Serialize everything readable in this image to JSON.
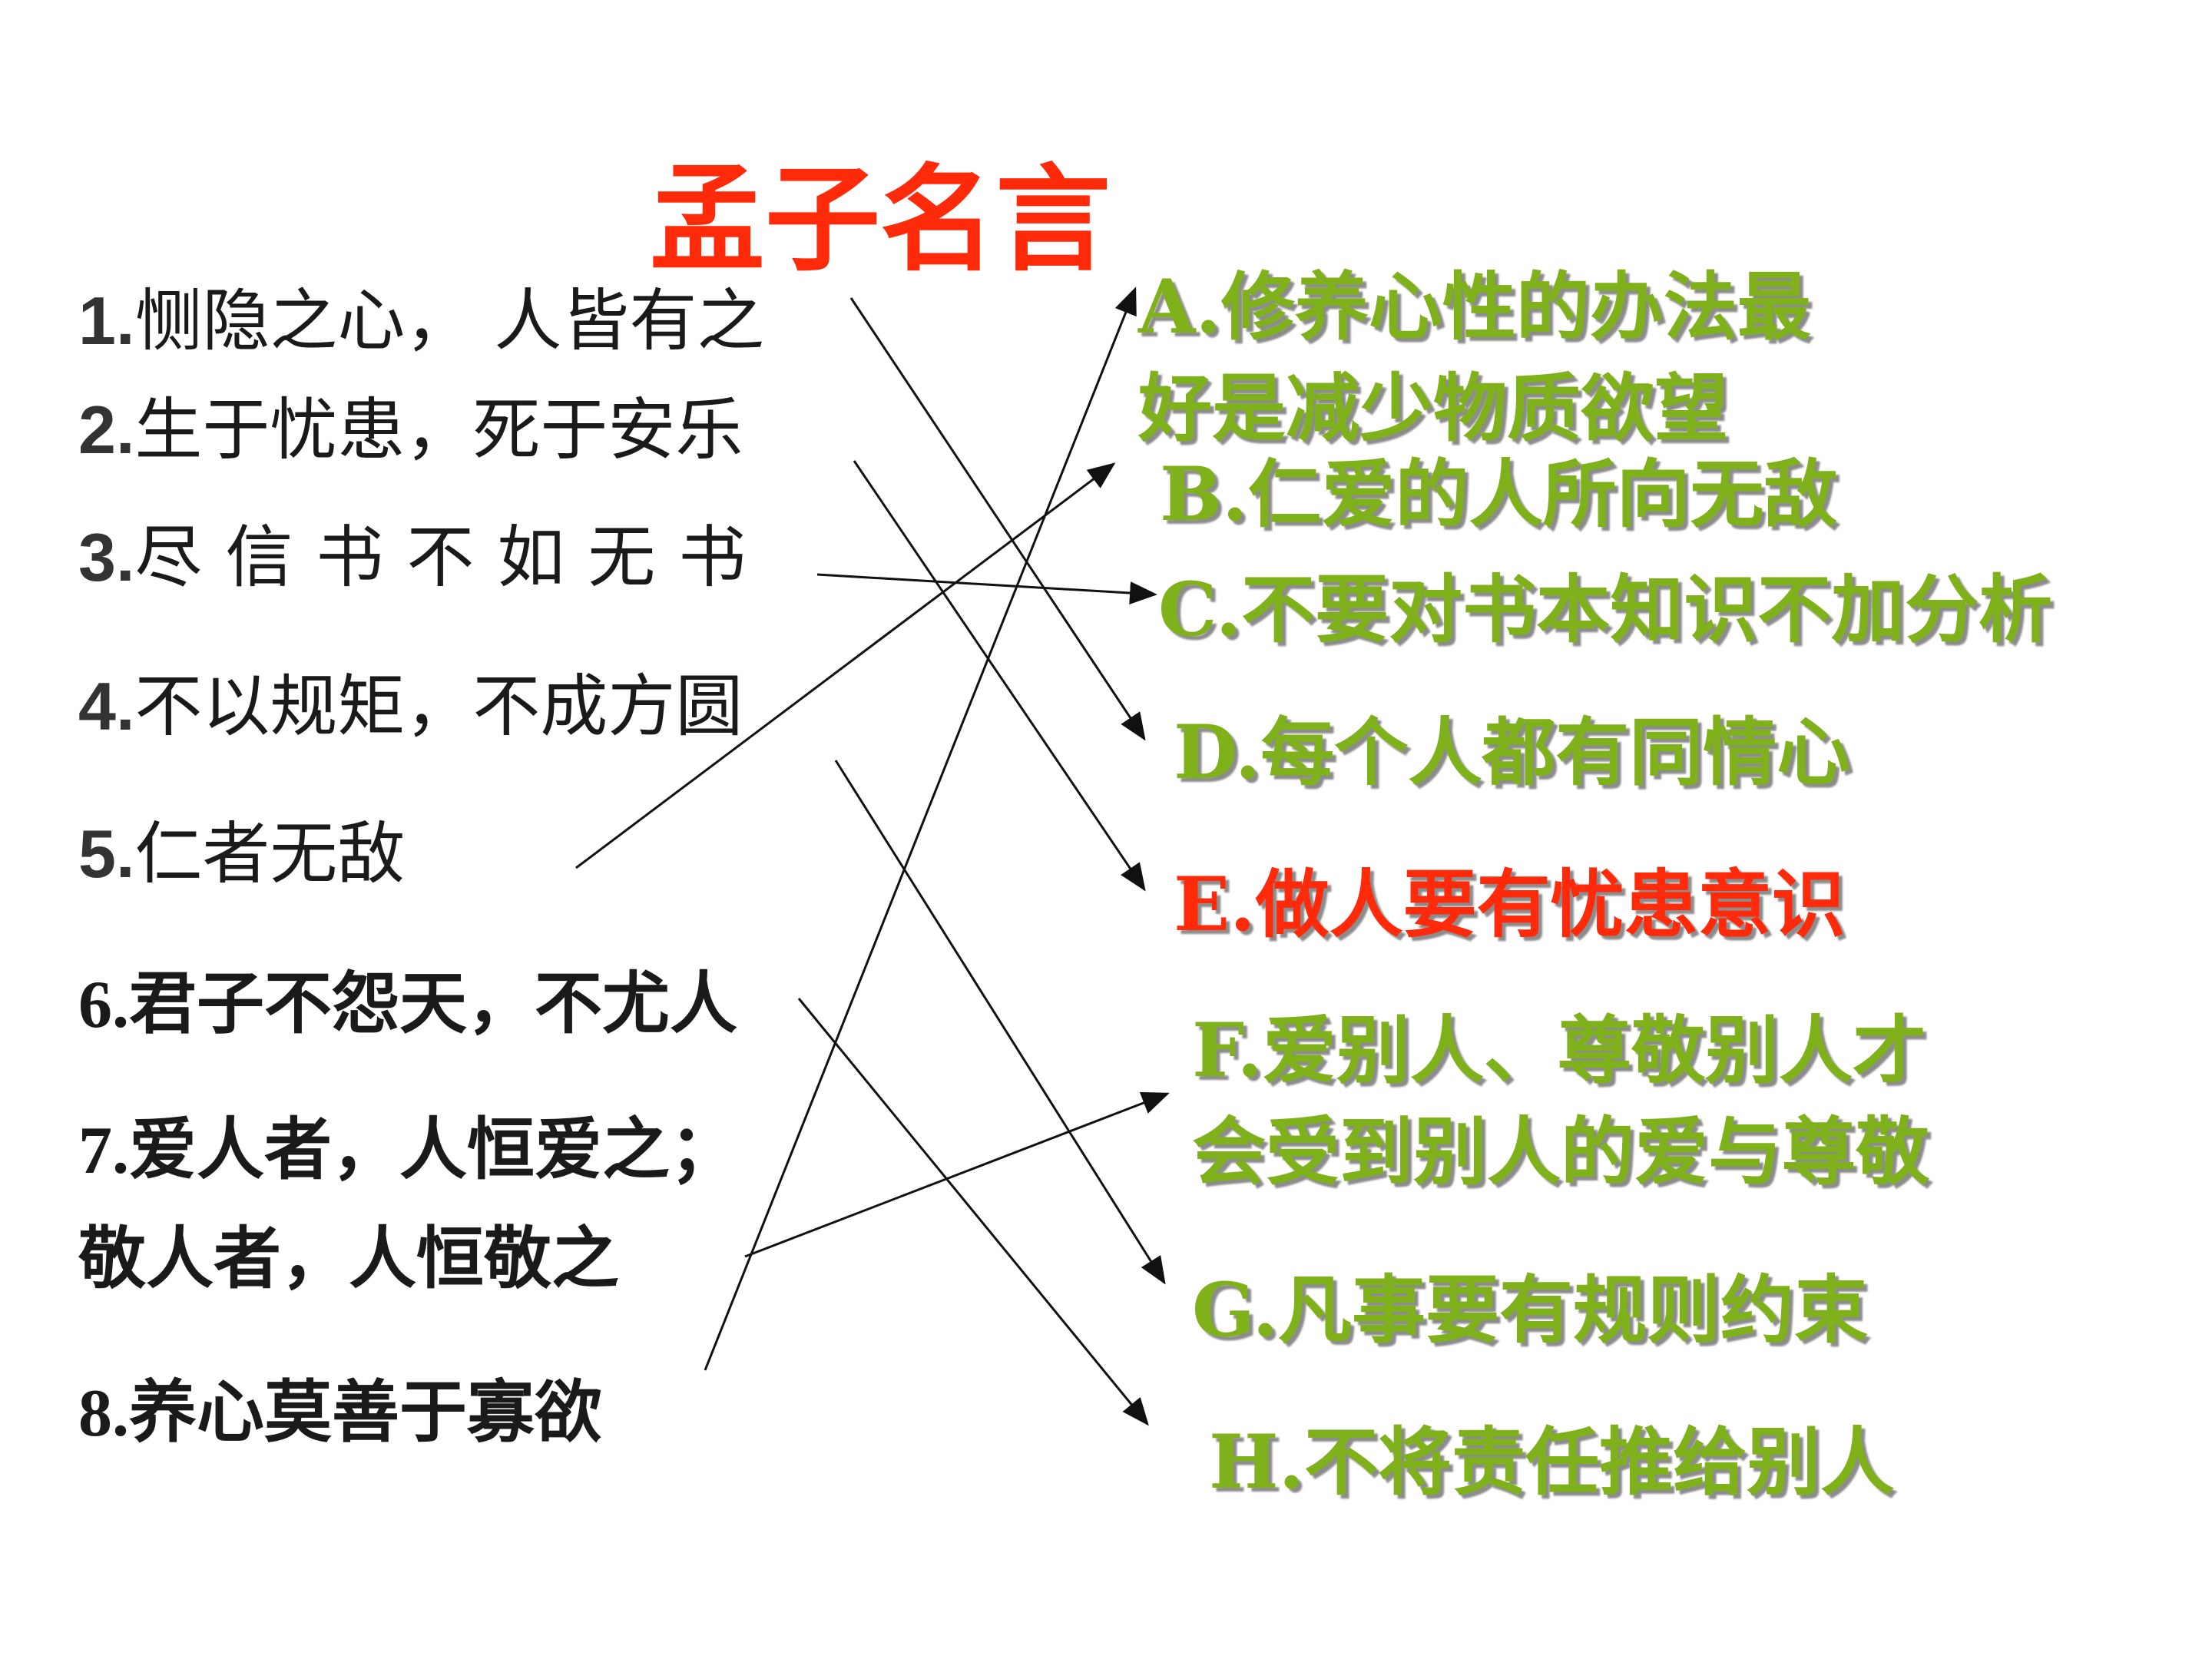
{
  "title": "孟子名言",
  "left_items": [
    {
      "num": "1.",
      "text": "恻隐之心， 人皆有之"
    },
    {
      "num": "2.",
      "text": "生于忧患，死于安乐"
    },
    {
      "num": "3.",
      "text": "尽信书不如无书"
    },
    {
      "num": "4.",
      "text": "不以规矩，不成方圆"
    },
    {
      "num": "5.",
      "text": "仁者无敌"
    },
    {
      "num": "6.",
      "text": "君子不怨天，不尤人"
    },
    {
      "num": "7.",
      "text": "爱人者，人恒爱之；",
      "text2": "敬人者，人恒敬之"
    },
    {
      "num": "8.",
      "text": "养心莫善于寡欲"
    }
  ],
  "right_items": [
    {
      "label": "A.修养心性的办法最",
      "label2": "好是减少物质欲望",
      "color": "#7fb11a"
    },
    {
      "label": "B.仁爱的人所向无敌",
      "color": "#7fb11a"
    },
    {
      "label": "C.不要对书本知识不加分析",
      "color": "#7fb11a"
    },
    {
      "label": "D.每个人都有同情心",
      "color": "#7fb11a"
    },
    {
      "label": "E.做人要有忧患意识",
      "color": "#ff2a0a"
    },
    {
      "label": "F.爱别人、尊敬别人才",
      "label2": "会受到别人的爱与尊敬",
      "color": "#7fb11a"
    },
    {
      "label": "G.凡事要有规则约束",
      "color": "#7fb11a"
    },
    {
      "label": "H.不将责任推给别人",
      "color": "#7fb11a"
    }
  ],
  "connections": [
    {
      "from": "1",
      "to": "D"
    },
    {
      "from": "2",
      "to": "E"
    },
    {
      "from": "3",
      "to": "C"
    },
    {
      "from": "4",
      "to": "G"
    },
    {
      "from": "5",
      "to": "B"
    },
    {
      "from": "6",
      "to": "H"
    },
    {
      "from": "7",
      "to": "F"
    },
    {
      "from": "8",
      "to": "A"
    }
  ]
}
